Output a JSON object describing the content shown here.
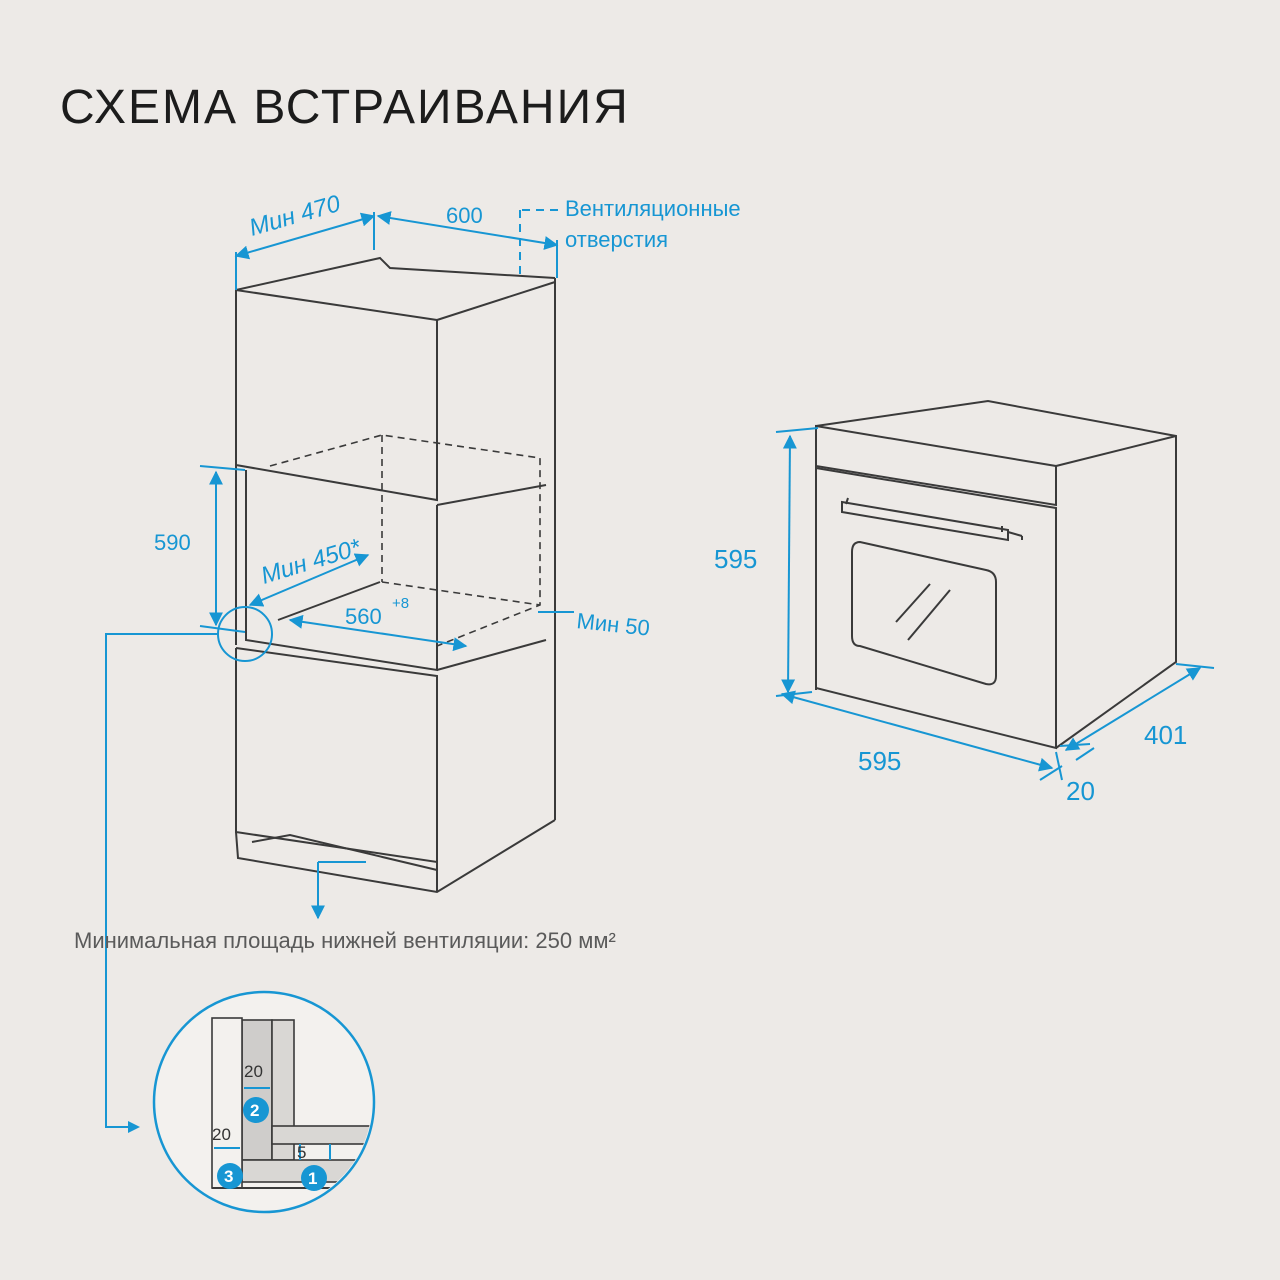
{
  "title": "СХЕМА ВСТРАИВАНИЯ",
  "cabinet": {
    "min_depth": "Мин 470",
    "width": "600",
    "vent_label_line1": "Вентиляционные",
    "vent_label_line2": "отверстия",
    "niche_height": "590",
    "niche_depth": "Мин 450*",
    "niche_width": "560",
    "niche_width_tolerance": "+8",
    "top_gap": "Мин 50",
    "bottom_vent_note": "Минимальная площадь нижней вентиляции: 250 мм²"
  },
  "oven": {
    "height": "595",
    "width": "595",
    "depth": "401",
    "front_thickness": "20"
  },
  "detail": {
    "dim_top": "20",
    "dim_left": "20",
    "dim_gap": "5",
    "badge_1": "1",
    "badge_2": "2",
    "badge_3": "3"
  },
  "colors": {
    "accent": "#1796d3",
    "line": "#3a3a3a",
    "background": "#edeae7"
  }
}
